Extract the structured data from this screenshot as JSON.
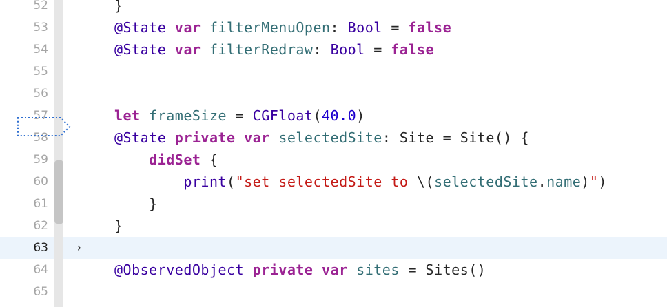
{
  "editor": {
    "accent_color": "#2f6fd0",
    "current_line_bg": "#ecf4fc",
    "fold_glyph": "›",
    "lines": [
      {
        "number": "52",
        "tokens": [
          {
            "text": "}",
            "cls": "plain"
          }
        ]
      },
      {
        "number": "53",
        "tokens": [
          {
            "text": "@State",
            "cls": "type"
          },
          {
            "text": " ",
            "cls": "plain"
          },
          {
            "text": "var",
            "cls": "kw"
          },
          {
            "text": " ",
            "cls": "plain"
          },
          {
            "text": "filterMenuOpen",
            "cls": "ident"
          },
          {
            "text": ": ",
            "cls": "plain"
          },
          {
            "text": "Bool",
            "cls": "type"
          },
          {
            "text": " = ",
            "cls": "plain"
          },
          {
            "text": "false",
            "cls": "kw"
          }
        ]
      },
      {
        "number": "54",
        "tokens": [
          {
            "text": "@State",
            "cls": "type"
          },
          {
            "text": " ",
            "cls": "plain"
          },
          {
            "text": "var",
            "cls": "kw"
          },
          {
            "text": " ",
            "cls": "plain"
          },
          {
            "text": "filterRedraw",
            "cls": "ident"
          },
          {
            "text": ": ",
            "cls": "plain"
          },
          {
            "text": "Bool",
            "cls": "type"
          },
          {
            "text": " = ",
            "cls": "plain"
          },
          {
            "text": "false",
            "cls": "kw"
          }
        ]
      },
      {
        "number": "55",
        "tokens": []
      },
      {
        "number": "56",
        "tokens": []
      },
      {
        "number": "57",
        "breakpoint": true,
        "tokens": [
          {
            "text": "let",
            "cls": "kw"
          },
          {
            "text": " ",
            "cls": "plain"
          },
          {
            "text": "frameSize",
            "cls": "ident"
          },
          {
            "text": " = ",
            "cls": "plain"
          },
          {
            "text": "CGFloat",
            "cls": "type"
          },
          {
            "text": "(",
            "cls": "plain"
          },
          {
            "text": "40.0",
            "cls": "num"
          },
          {
            "text": ")",
            "cls": "plain"
          }
        ]
      },
      {
        "number": "58",
        "tokens": [
          {
            "text": "@State",
            "cls": "type"
          },
          {
            "text": " ",
            "cls": "plain"
          },
          {
            "text": "private",
            "cls": "kw"
          },
          {
            "text": " ",
            "cls": "plain"
          },
          {
            "text": "var",
            "cls": "kw"
          },
          {
            "text": " ",
            "cls": "plain"
          },
          {
            "text": "selectedSite",
            "cls": "ident"
          },
          {
            "text": ": ",
            "cls": "plain"
          },
          {
            "text": "Site",
            "cls": "plain"
          },
          {
            "text": " = ",
            "cls": "plain"
          },
          {
            "text": "Site",
            "cls": "plain"
          },
          {
            "text": "() {",
            "cls": "plain"
          }
        ]
      },
      {
        "number": "59",
        "tokens": [
          {
            "text": "    ",
            "cls": "plain"
          },
          {
            "text": "didSet",
            "cls": "kw"
          },
          {
            "text": " {",
            "cls": "plain"
          }
        ]
      },
      {
        "number": "60",
        "tokens": [
          {
            "text": "        ",
            "cls": "plain"
          },
          {
            "text": "print",
            "cls": "type"
          },
          {
            "text": "(",
            "cls": "plain"
          },
          {
            "text": "\"set selectedSite to ",
            "cls": "str"
          },
          {
            "text": "\\(",
            "cls": "plain"
          },
          {
            "text": "selectedSite",
            "cls": "ident"
          },
          {
            "text": ".",
            "cls": "plain"
          },
          {
            "text": "name",
            "cls": "ident"
          },
          {
            "text": ")",
            "cls": "plain"
          },
          {
            "text": "\"",
            "cls": "str"
          },
          {
            "text": ")",
            "cls": "plain"
          }
        ]
      },
      {
        "number": "61",
        "tokens": [
          {
            "text": "    }",
            "cls": "plain"
          }
        ]
      },
      {
        "number": "62",
        "tokens": [
          {
            "text": "}",
            "cls": "plain"
          }
        ]
      },
      {
        "number": "63",
        "current": true,
        "fold": true,
        "tokens": []
      },
      {
        "number": "64",
        "tokens": [
          {
            "text": "@ObservedObject",
            "cls": "type"
          },
          {
            "text": " ",
            "cls": "plain"
          },
          {
            "text": "private",
            "cls": "kw"
          },
          {
            "text": " ",
            "cls": "plain"
          },
          {
            "text": "var",
            "cls": "kw"
          },
          {
            "text": " ",
            "cls": "plain"
          },
          {
            "text": "sites",
            "cls": "ident"
          },
          {
            "text": " = ",
            "cls": "plain"
          },
          {
            "text": "Sites",
            "cls": "plain"
          },
          {
            "text": "()",
            "cls": "plain"
          }
        ]
      },
      {
        "number": "65",
        "tokens": []
      }
    ]
  }
}
